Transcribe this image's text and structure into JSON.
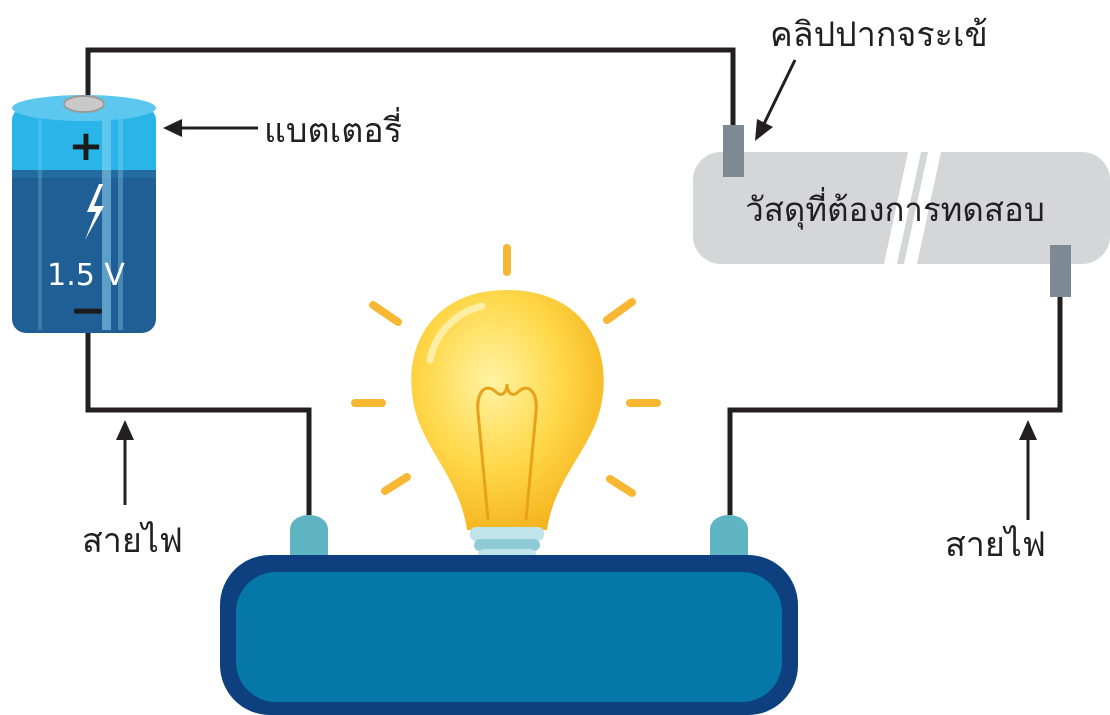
{
  "labels": {
    "battery": "แบตเตอรี่",
    "clip": "คลิปปากจระเข้",
    "material": "วัสดุที่ต้องการทดสอบ",
    "wire_left": "สายไฟ",
    "wire_right": "สายไฟ"
  },
  "battery": {
    "voltage": "1.5 V",
    "plus": "+",
    "minus": "−"
  },
  "colors": {
    "wire": "#231f20",
    "battery_top": "#29b5e8",
    "battery_body": "#1f5f95",
    "battery_light": "#8fd3ef",
    "bulb": "#ffd84a",
    "bulb_rays": "#f7b733",
    "base_outer": "#0e3f7e",
    "base_inner": "#0577a8",
    "socket": "#5fb4c2",
    "material": "#d5d6d8",
    "clip": "#7d8a93"
  }
}
